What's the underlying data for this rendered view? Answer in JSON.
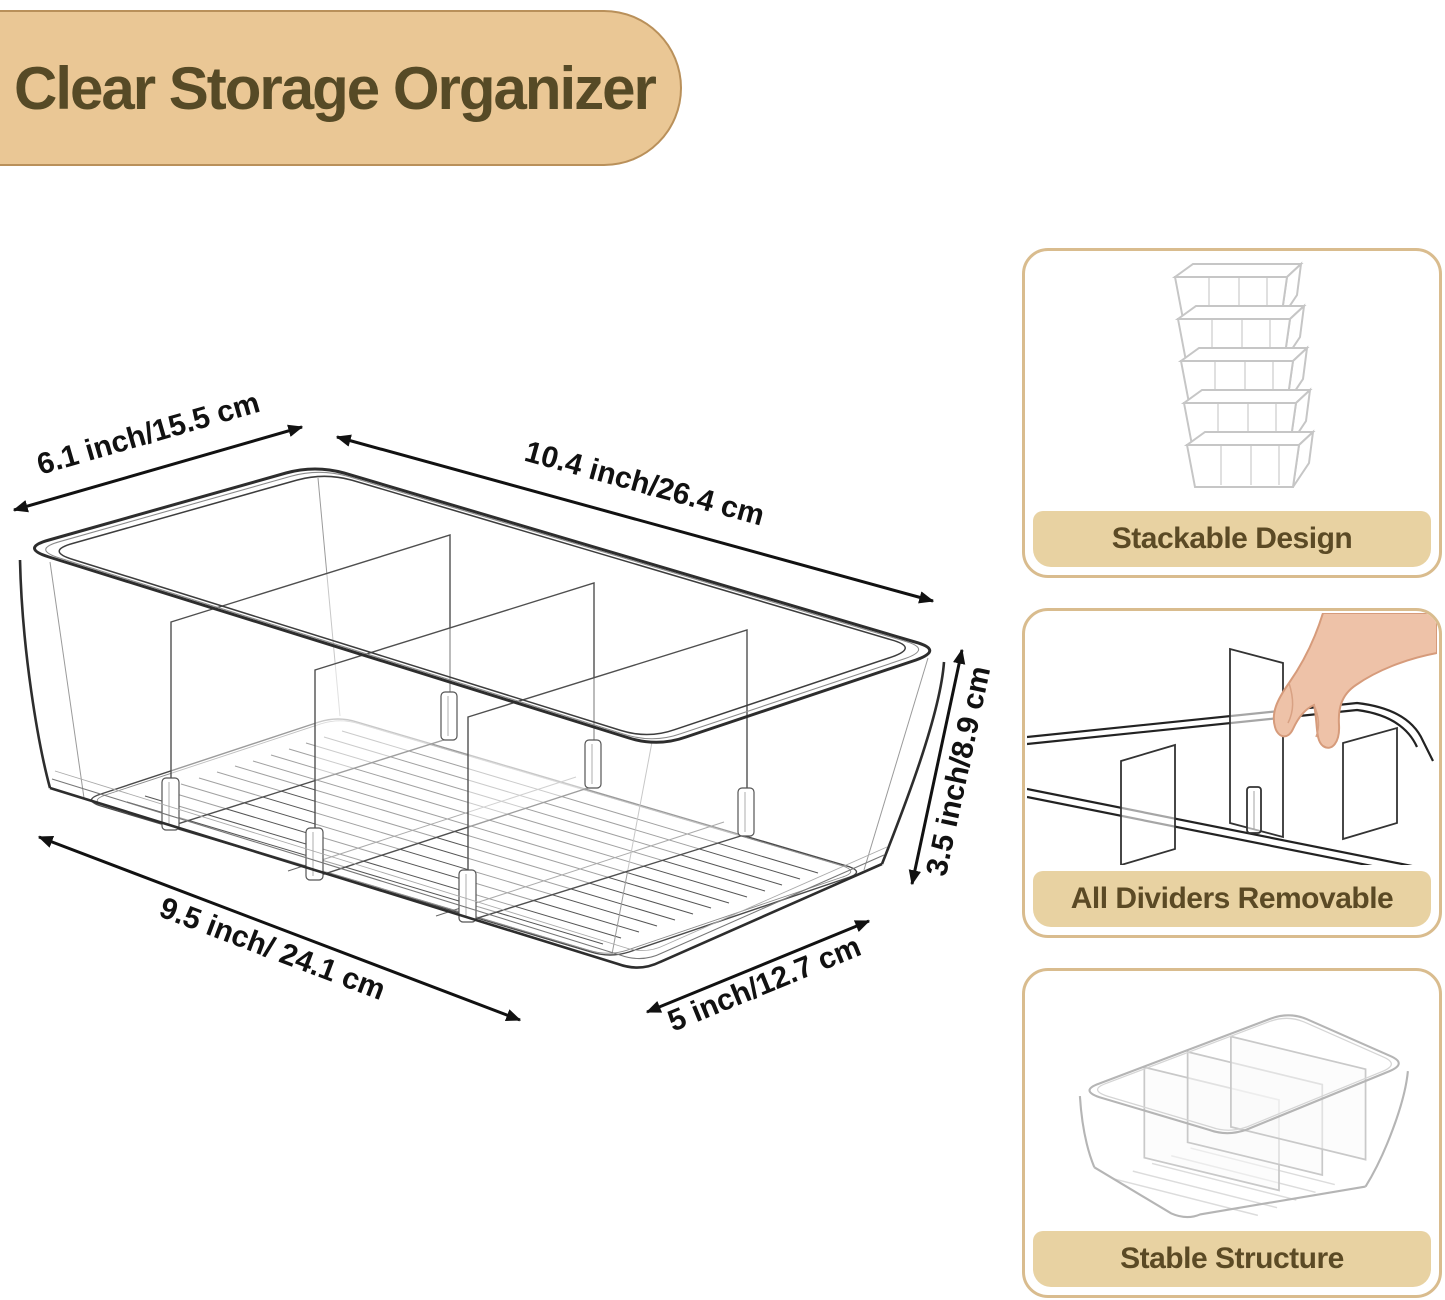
{
  "banner": {
    "title": "Clear Storage Organizer"
  },
  "diagram": {
    "dimensions": {
      "top_width": "6.1 inch/15.5 cm",
      "top_length": "10.4 inch/26.4 cm",
      "bottom_length": "9.5 inch/ 24.1 cm",
      "bottom_width": "5 inch/12.7 cm",
      "height": "3.5 inch/8.9 cm"
    }
  },
  "features": {
    "stackable": {
      "caption": "Stackable Design"
    },
    "dividers": {
      "caption": "All Dividers Removable"
    },
    "stable": {
      "caption": "Stable Structure"
    }
  },
  "colors": {
    "banner_bg": "#eac795",
    "banner_border": "#b9905a",
    "banner_text": "#564a26",
    "card_border": "#d9bc8e",
    "caption_band_bg": "#e8d2a2",
    "caption_text": "#5b4a25",
    "drawing_line": "#2d2d2d",
    "hand_skin": "#eec2a8"
  }
}
